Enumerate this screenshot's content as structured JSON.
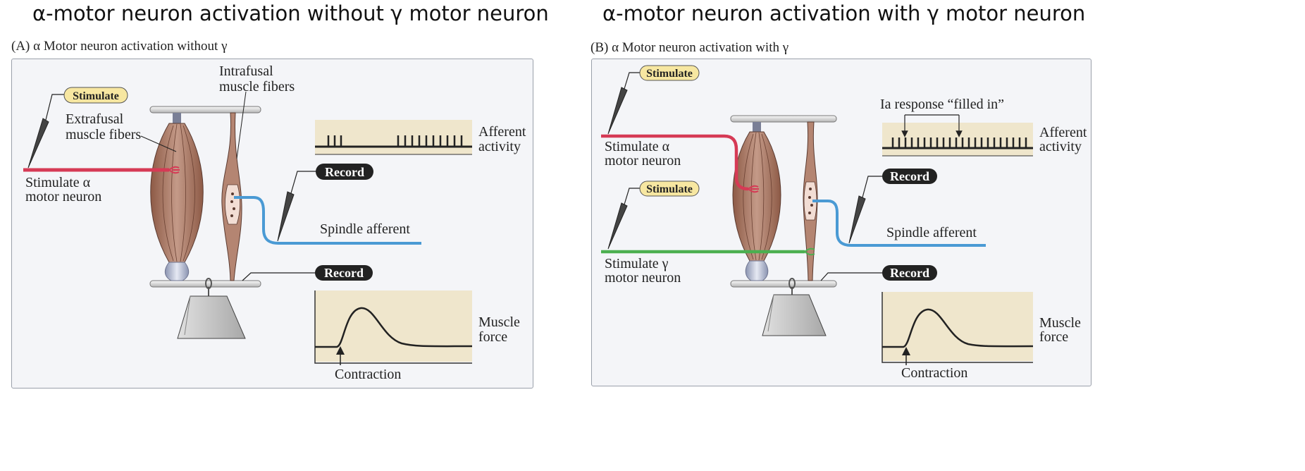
{
  "titles": {
    "left": "α-motor neuron activation without γ motor neuron",
    "right": "α-motor neuron activation with γ motor neuron"
  },
  "panel_a": {
    "caption": "(A)  α Motor neuron activation without γ",
    "stimulate_label": "Stimulate",
    "extrafusal_line1": "Extrafusal",
    "extrafusal_line2": "muscle fibers",
    "intrafusal_line1": "Intrafusal",
    "intrafusal_line2": "muscle fibers",
    "stim_alpha_line1": "Stimulate α",
    "stim_alpha_line2": "motor neuron",
    "record_label_1": "Record",
    "record_label_2": "Record",
    "spindle_afferent": "Spindle afferent",
    "afferent_line1": "Afferent",
    "afferent_line2": "activity",
    "muscle_line1": "Muscle",
    "muscle_line2": "force",
    "contraction": "Contraction"
  },
  "panel_b": {
    "caption": "(B)  α Motor neuron activation with γ",
    "stimulate_label_1": "Stimulate",
    "stimulate_label_2": "Stimulate",
    "stim_alpha_line1": "Stimulate α",
    "stim_alpha_line2": "motor neuron",
    "stim_gamma_line1": "Stimulate γ",
    "stim_gamma_line2": "motor neuron",
    "ia_response": "Ia response “filled in”",
    "record_label_1": "Record",
    "record_label_2": "Record",
    "spindle_afferent": "Spindle afferent",
    "afferent_line1": "Afferent",
    "afferent_line2": "activity",
    "muscle_line1": "Muscle",
    "muscle_line2": "force",
    "contraction": "Contraction"
  },
  "colors": {
    "alpha_neuron": "#d63a55",
    "gamma_neuron": "#4caf50",
    "spindle_afferent": "#4a9ad4",
    "stimulate_pill": "#f7e7a1",
    "record_pill": "#222222",
    "trace_bg": "#efe6cc",
    "muscle": "#b98a78"
  }
}
